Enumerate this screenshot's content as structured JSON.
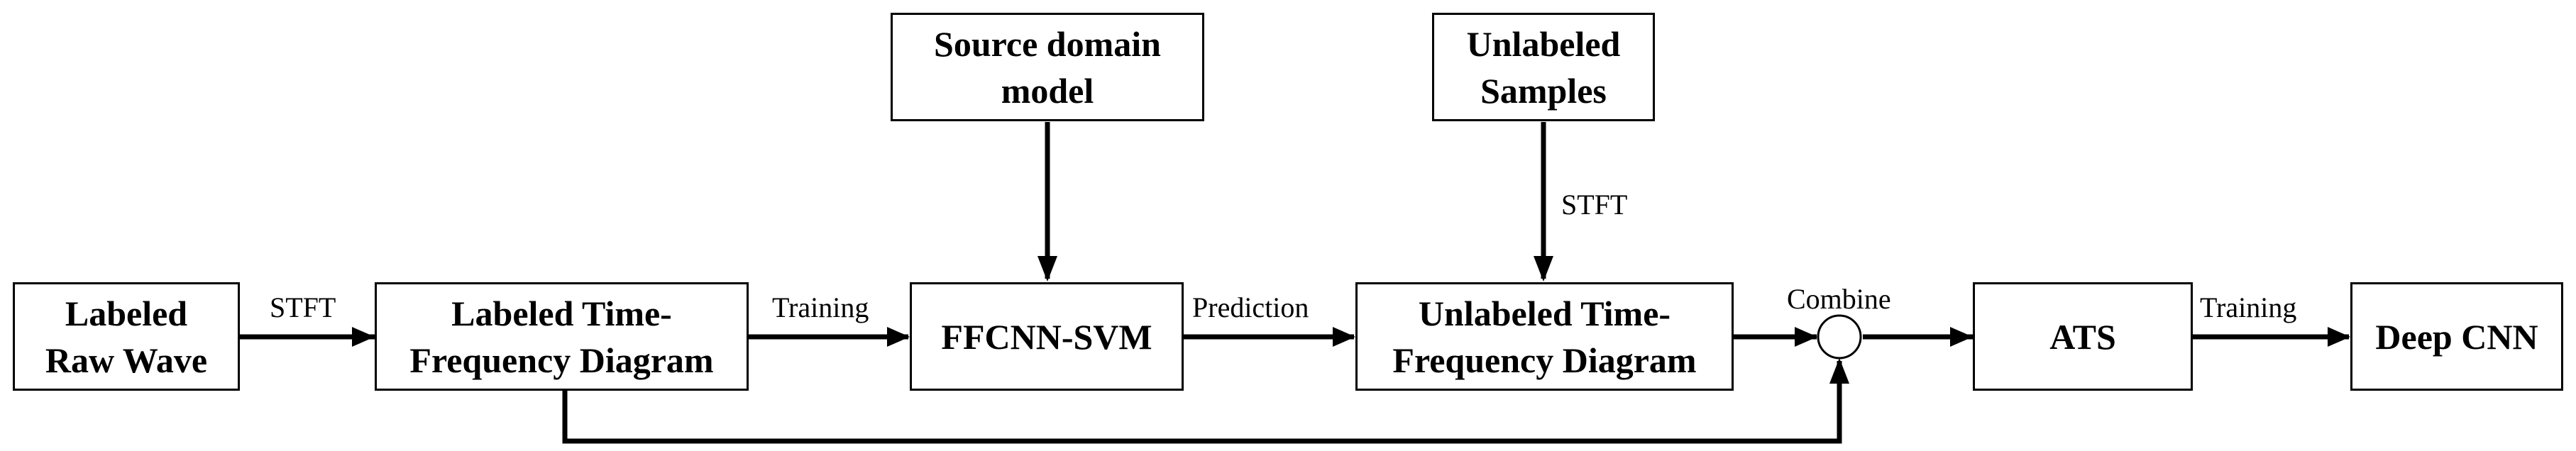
{
  "nodes": {
    "labeled_raw_wave": "Labeled\nRaw Wave",
    "labeled_tf_diagram": "Labeled Time-\nFrequency Diagram",
    "ffcnn_svm": "FFCNN-SVM",
    "unlabeled_tf_diagram": "Unlabeled Time-\nFrequency Diagram",
    "ats": "ATS",
    "deep_cnn": "Deep CNN",
    "source_domain_model": "Source domain\nmodel",
    "unlabeled_samples": "Unlabeled\nSamples"
  },
  "edge_labels": {
    "stft_1": "STFT",
    "training_1": "Training",
    "prediction": "Prediction",
    "stft_2": "STFT",
    "combine": "Combine",
    "training_2": "Training"
  }
}
